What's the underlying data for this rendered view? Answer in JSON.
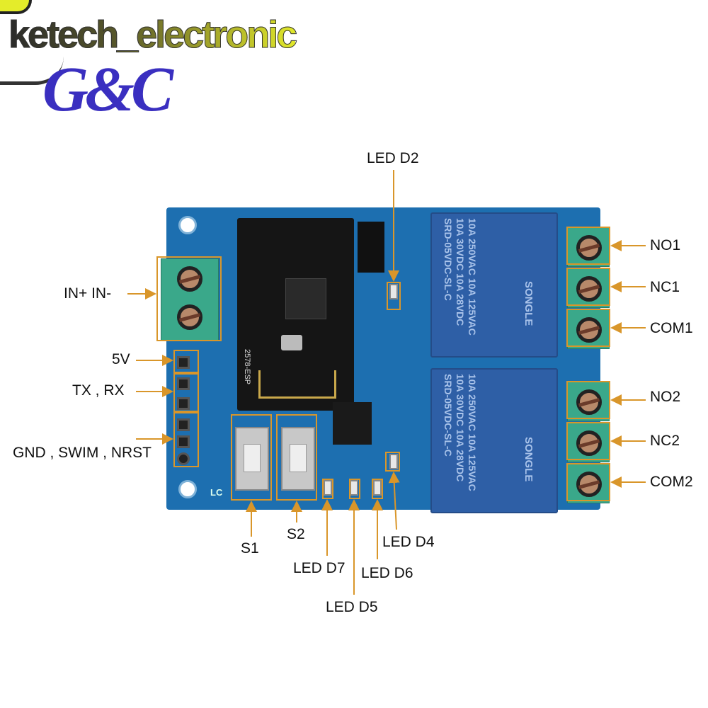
{
  "logo": {
    "brand_text": "ketech_electronic",
    "mark_text": "G&C"
  },
  "board": {
    "silkscreen": {
      "module": "2578-ESP",
      "corner": "LC"
    },
    "relays": [
      {
        "lines": [
          "10A 250VAC  10A 125VAC",
          "10A 30VDC  10A 28VDC",
          "SRD-05VDC-SL-C"
        ],
        "brand": "SONGLE"
      },
      {
        "lines": [
          "10A 250VAC  10A 125VAC",
          "10A 30VDC  10A 28VDC",
          "SRD-05VDC-SL-C"
        ],
        "brand": "SONGLE"
      }
    ]
  },
  "labels": {
    "led_d2": "LED D2",
    "power_in": "IN+  IN-",
    "v5": "5V",
    "txrx": "TX , RX",
    "gnd_swim_nrst": "GND , SWIM , NRST",
    "s1": "S1",
    "s2": "S2",
    "led_d7": "LED D7",
    "led_d5": "LED D5",
    "led_d6": "LED D6",
    "led_d4": "LED D4",
    "no1": "NO1",
    "nc1": "NC1",
    "com1": "COM1",
    "no2": "NO2",
    "nc2": "NC2",
    "com2": "COM2"
  },
  "colors": {
    "annotation": "#d9962a",
    "pcb": "#1d6fb0",
    "logo_blue": "#3a2fc0"
  }
}
